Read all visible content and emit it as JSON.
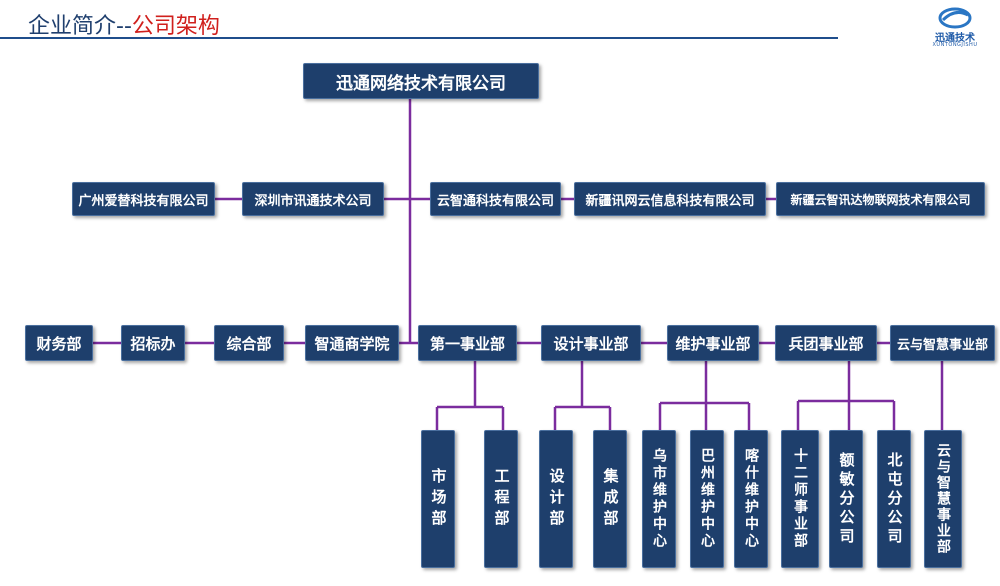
{
  "header": {
    "title_prefix": "企业简介--",
    "title_accent": "公司架构"
  },
  "logo": {
    "name": "迅通技术",
    "subtitle": "XUNTONGJISHU"
  },
  "org": {
    "root": "迅通网络技术有限公司",
    "subsidiaries": [
      "广州爱替科技有限公司",
      "深圳市讯通技术公司",
      "云智通科技有限公司",
      "新疆讯网云信息科技有限公司",
      "新疆云智讯达物联网技术有限公司"
    ],
    "departments": [
      "财务部",
      "招标办",
      "综合部",
      "智通商学院",
      "第一事业部",
      "设计事业部",
      "维护事业部",
      "兵团事业部",
      "云与智慧事业部"
    ],
    "sub_units": [
      "市场部",
      "工程部",
      "设计部",
      "集成部",
      "乌市维护中心",
      "巴州维护中心",
      "喀什维护中心",
      "十二师事业部",
      "额敏分公司",
      "北屯分公司",
      "云与智慧事业部"
    ]
  }
}
